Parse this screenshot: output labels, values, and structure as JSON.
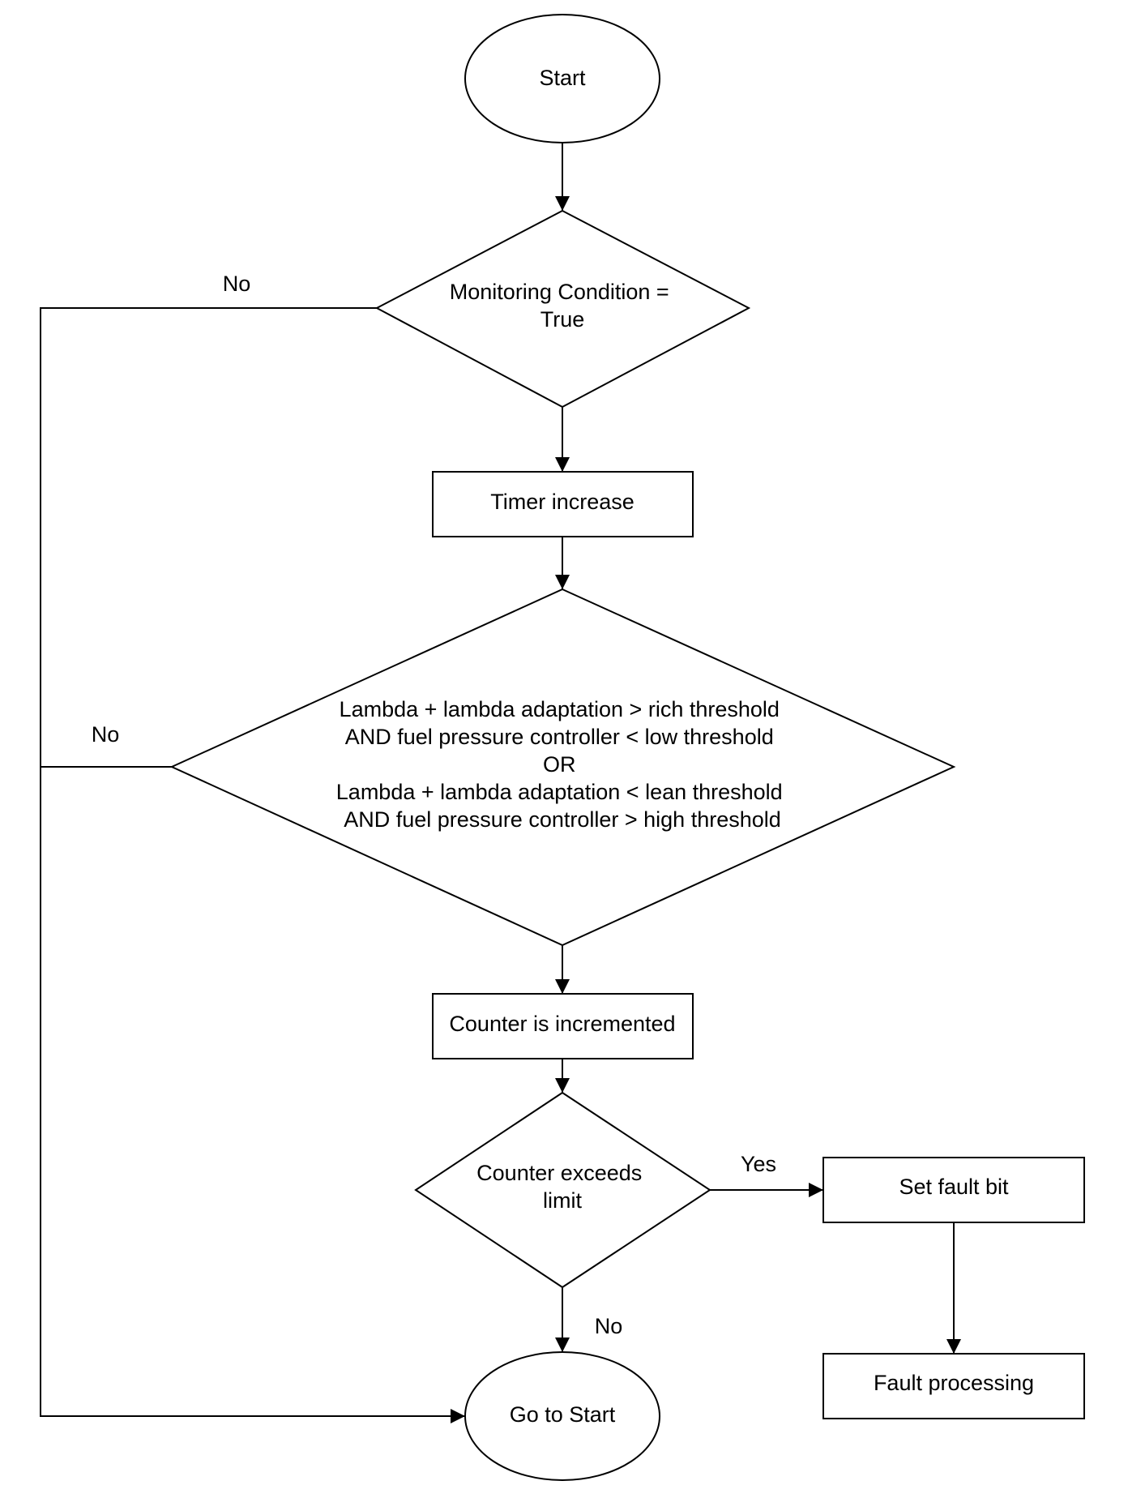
{
  "nodes": {
    "start": "Start",
    "monitoring": [
      "Monitoring Condition =",
      "True"
    ],
    "timer": "Timer increase",
    "condition": [
      "Lambda + lambda adaptation > rich threshold",
      "AND fuel pressure controller < low threshold",
      "OR",
      "Lambda + lambda adaptation < lean threshold",
      "AND fuel pressure controller > high threshold"
    ],
    "counter": "Counter is incremented",
    "exceeds": [
      "Counter exceeds",
      "limit"
    ],
    "set_fault": "Set fault bit",
    "fault_processing": "Fault processing",
    "go_to_start": "Go to Start"
  },
  "edge_labels": {
    "monitoring_no": "No",
    "condition_no": "No",
    "exceeds_yes": "Yes",
    "exceeds_no": "No"
  }
}
